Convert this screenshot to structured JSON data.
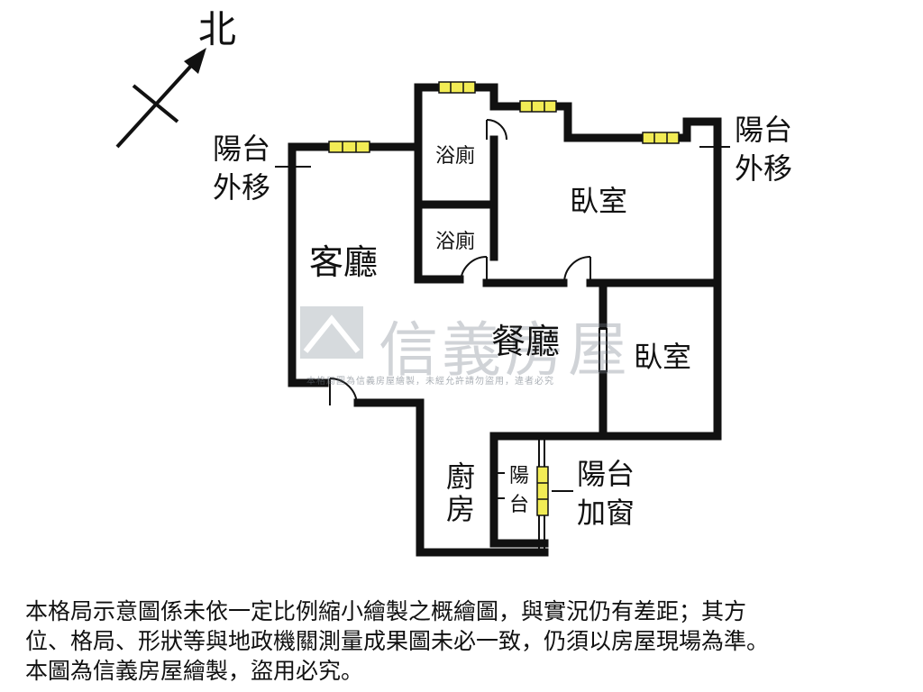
{
  "compass": {
    "label": "北"
  },
  "rooms": {
    "living": "客廳",
    "dining": "餐廳",
    "bedroom_main": "臥室",
    "bedroom_second": "臥室",
    "bath_upper": "浴廁",
    "bath_lower": "浴廁",
    "kitchen": "廚房",
    "balcony_small": "陽台"
  },
  "annotations": {
    "balcony_moved_left_1": "陽台",
    "balcony_moved_left_2": "外移",
    "balcony_moved_right_1": "陽台",
    "balcony_moved_right_2": "外移",
    "balcony_window_1": "陽台",
    "balcony_window_2": "加窗"
  },
  "watermark": {
    "brand": "信義房屋",
    "line": "本格局圖為信義房屋繪製，未經允許請勿盜用，違者必究"
  },
  "disclaimer": [
    "本格局示意圖係未依一定比例縮小繪製之概繪圖，與實況仍有差距；其方",
    "位、格局、形狀等與地政機關測量成果圖未必一致，仍須以房屋現場為準。",
    "本圖為信義房屋繪製，盜用必究。"
  ],
  "colors": {
    "wall": "#111111",
    "window": "#f2ec55",
    "watermark": "#8a949e"
  }
}
